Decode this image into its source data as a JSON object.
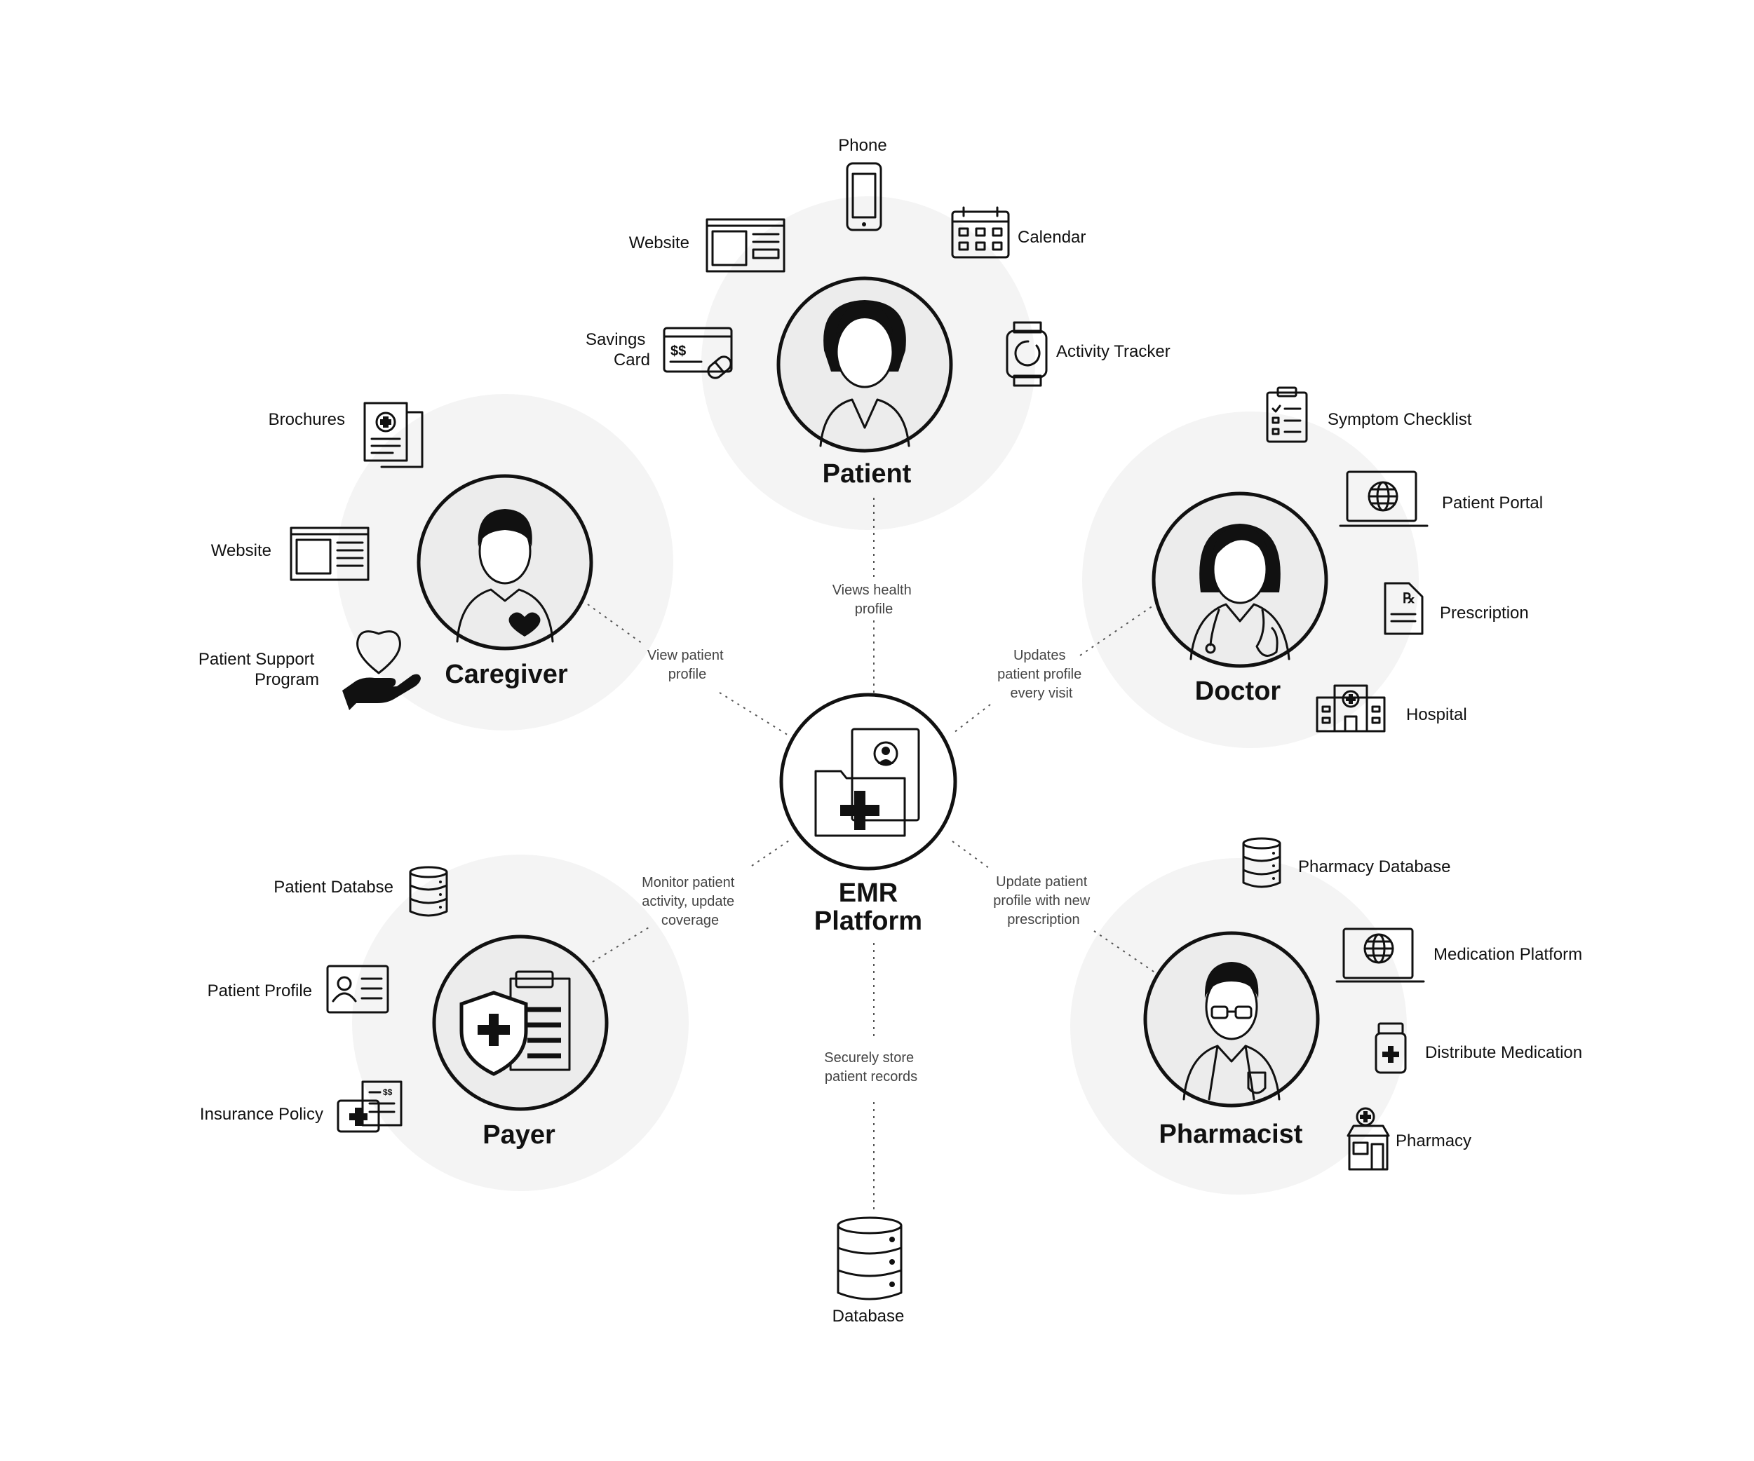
{
  "center": {
    "line1": "EMR",
    "line2": "Platform"
  },
  "database": {
    "label": "Database"
  },
  "connections": {
    "patient": [
      "Views health",
      "profile"
    ],
    "caregiver": [
      "View patient",
      "profile"
    ],
    "doctor": [
      "Updates",
      "patient profile",
      "every visit"
    ],
    "payer": [
      "Monitor patient",
      "activity, update",
      "coverage"
    ],
    "pharmacist": [
      "Update patient",
      "profile with new",
      "prescription"
    ],
    "database": [
      "Securely store",
      "patient records"
    ]
  },
  "roles": {
    "patient": {
      "title": "Patient",
      "tools": {
        "phone": "Phone",
        "website": "Website",
        "calendar": "Calendar",
        "savings": [
          "Savings",
          "Card"
        ],
        "tracker": "Activity Tracker"
      }
    },
    "caregiver": {
      "title": "Caregiver",
      "tools": {
        "brochures": "Brochures",
        "website": "Website",
        "support": [
          "Patient Support",
          "Program"
        ]
      }
    },
    "doctor": {
      "title": "Doctor",
      "tools": {
        "checklist": "Symptom Checklist",
        "portal": "Patient Portal",
        "prescription": "Prescription",
        "hospital": "Hospital"
      }
    },
    "payer": {
      "title": "Payer",
      "tools": {
        "database": "Patient Databse",
        "profile": "Patient Profile",
        "insurance": "Insurance Policy"
      }
    },
    "pharmacist": {
      "title": "Pharmacist",
      "tools": {
        "database": "Pharmacy Database",
        "platform": "Medication Platform",
        "distribute": "Distribute Medication",
        "pharmacy": "Pharmacy"
      }
    }
  },
  "colors": {
    "halo": "#f4f4f4",
    "avatarBg": "#ececec",
    "ink": "#111111"
  }
}
